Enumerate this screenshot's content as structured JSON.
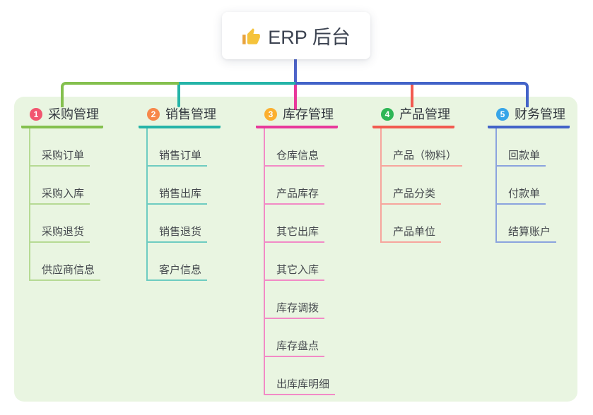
{
  "root": {
    "icon": "thumbs-up-icon",
    "title": "ERP 后台",
    "stem_color": "#4e64c9"
  },
  "canvas": {
    "panel_background": "#e9f5e1",
    "page_background": "#ffffff"
  },
  "branches": [
    {
      "num": "1",
      "label": "采购管理",
      "badge_color": "#f25670",
      "line_color": "#84c04e",
      "child_line_color": "#b6da94",
      "children": [
        "采购订单",
        "采购入库",
        "采购退货",
        "供应商信息"
      ]
    },
    {
      "num": "2",
      "label": "销售管理",
      "badge_color": "#f7884b",
      "line_color": "#25b4a8",
      "child_line_color": "#6eccc1",
      "children": [
        "销售订单",
        "销售出库",
        "销售退货",
        "客户信息"
      ]
    },
    {
      "num": "3",
      "label": "库存管理",
      "badge_color": "#fbaf2f",
      "line_color": "#e8399b",
      "child_line_color": "#f28ac6",
      "children": [
        "仓库信息",
        "产品库存",
        "其它出库",
        "其它入库",
        "库存调拨",
        "库存盘点",
        "出库库明细"
      ]
    },
    {
      "num": "4",
      "label": "产品管理",
      "badge_color": "#2eb656",
      "line_color": "#f25a50",
      "child_line_color": "#f7a59d",
      "children": [
        "产品（物料）",
        "产品分类",
        "产品单位"
      ]
    },
    {
      "num": "5",
      "label": "财务管理",
      "badge_color": "#37a5e8",
      "line_color": "#4363c8",
      "child_line_color": "#8ba3de",
      "children": [
        "回款单",
        "付款单",
        "结算账户"
      ]
    }
  ]
}
